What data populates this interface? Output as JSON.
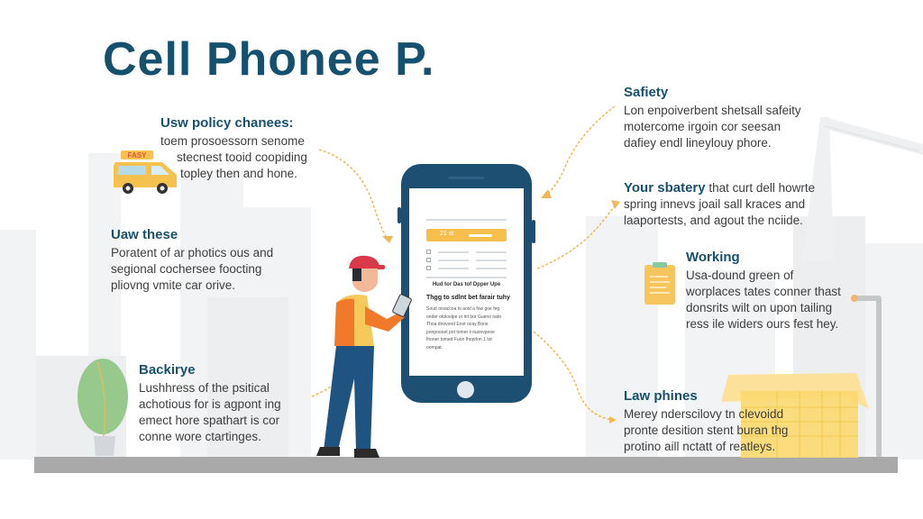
{
  "title": "Cell Phonee P.",
  "left_blocks": [
    {
      "heading": "Usw policy chanees:",
      "lines": [
        "toem prosoessorn senome",
        "stecnest tooid coopiding",
        "topley then and hone."
      ]
    },
    {
      "heading": "Uaw these",
      "lines": [
        "Poratent of ar photics ous and",
        "segional cochersee foocting",
        "pliovng vmite car orive."
      ]
    },
    {
      "heading": "Backirye",
      "lines": [
        "Lushhress of the psitical",
        "achotious for is agpont ing",
        "emect hore spathart is cor",
        "conne wore ctartinges."
      ]
    }
  ],
  "right_blocks": [
    {
      "heading": "Safiety",
      "lines": [
        "Lon enpoiverbent shetsall safeity",
        "motercome irgoin cor seesan",
        "dafiey endl lineylouy phore."
      ]
    },
    {
      "heading": "Your sbatery",
      "first_line_rest": " that curt dell howrte",
      "lines": [
        "spring innevs joail sall kraces and",
        "laaportests, and agout the nciide."
      ]
    },
    {
      "heading": "Working",
      "lines": [
        "Usa-dound green of",
        "worplaces tates conner thast",
        "donsrits wilt on upon tailing",
        "ress ile widers ours fest hey."
      ]
    },
    {
      "heading": "Law phines",
      "lines": [
        "Merey nderscilovy tn clevoidd",
        "pronte desition stent buran thg",
        "protino aill nctatt of reatleys."
      ]
    }
  ],
  "van": {
    "sign": "FASY"
  },
  "phone_screen": {
    "bar_text": "21 st",
    "heading": "Hud tor Das tof Dpper Upe",
    "subheading": "Thgg to sdlnt bet farair tuhy",
    "body": "Soud orvaccoa to aoid a fow goe feg onder otoloolpe or int bor Gueno nato Thoa dnovond Enot ocay Bone ponpoooet pot tomer ii ouoovpooe Ihoner tomed Fuon Ihoprlon 1 tot oompat."
  },
  "colors": {
    "title": "#15506f",
    "heading": "#17506d",
    "phone": "#1d4f73",
    "accent_yellow": "#f6be4b",
    "arrow": "#f0b85a",
    "ground": "#a9a9a9"
  }
}
